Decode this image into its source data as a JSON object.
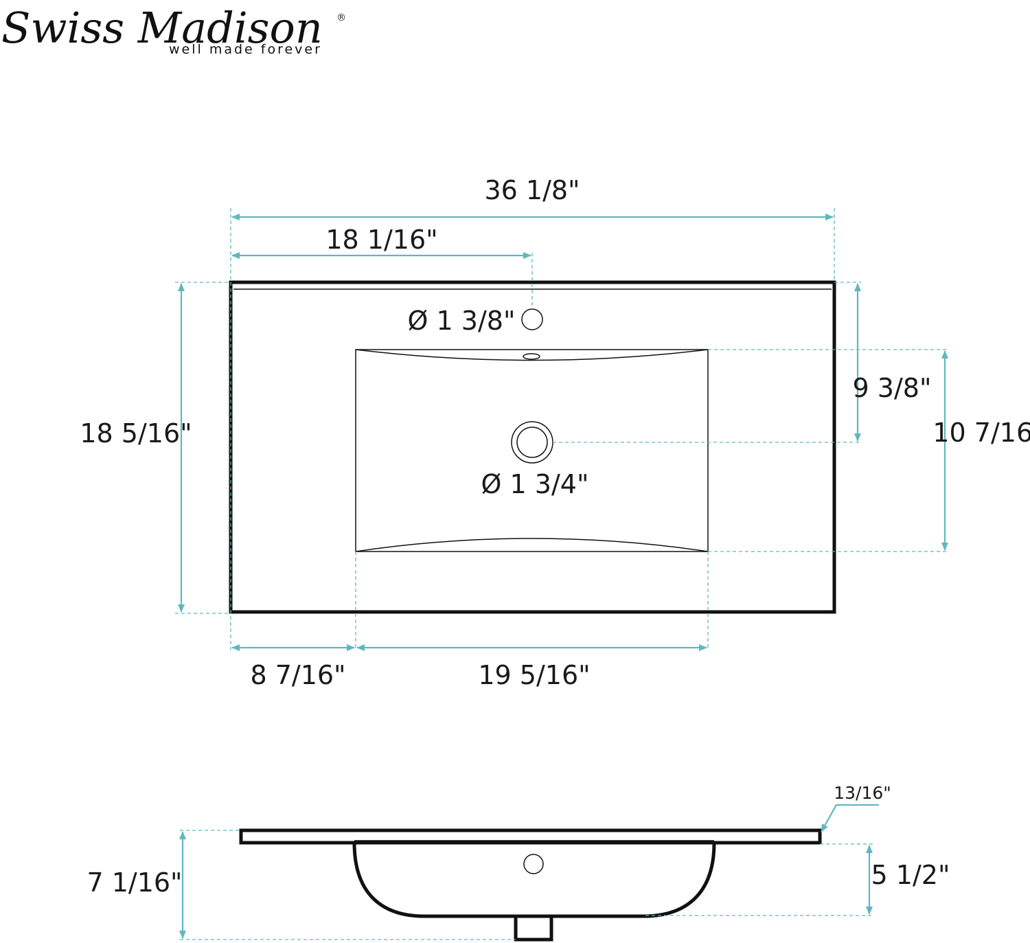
{
  "brand": {
    "name": "Swiss Madison",
    "registered": "®",
    "tagline": "well made forever"
  },
  "colors": {
    "dimension_line": "#5fb8bd",
    "outline": "#111111",
    "text": "#1a1a1a",
    "background": "#ffffff"
  },
  "top_view": {
    "overall_width": "36 1/8\"",
    "faucet_offset": "18 1/16\"",
    "overall_depth": "18 5/16\"",
    "faucet_hole_diameter": "Ø 1 3/8\"",
    "drain_to_back": "9 3/8\"",
    "basin_depth": "10 7/16\"",
    "drain_diameter": "Ø 1 3/4\"",
    "left_margin": "8 7/16\"",
    "basin_width": "19 5/16\""
  },
  "side_view": {
    "deck_thickness": "13/16\"",
    "overall_height": "7 1/16\"",
    "bowl_depth": "5 1/2\""
  }
}
